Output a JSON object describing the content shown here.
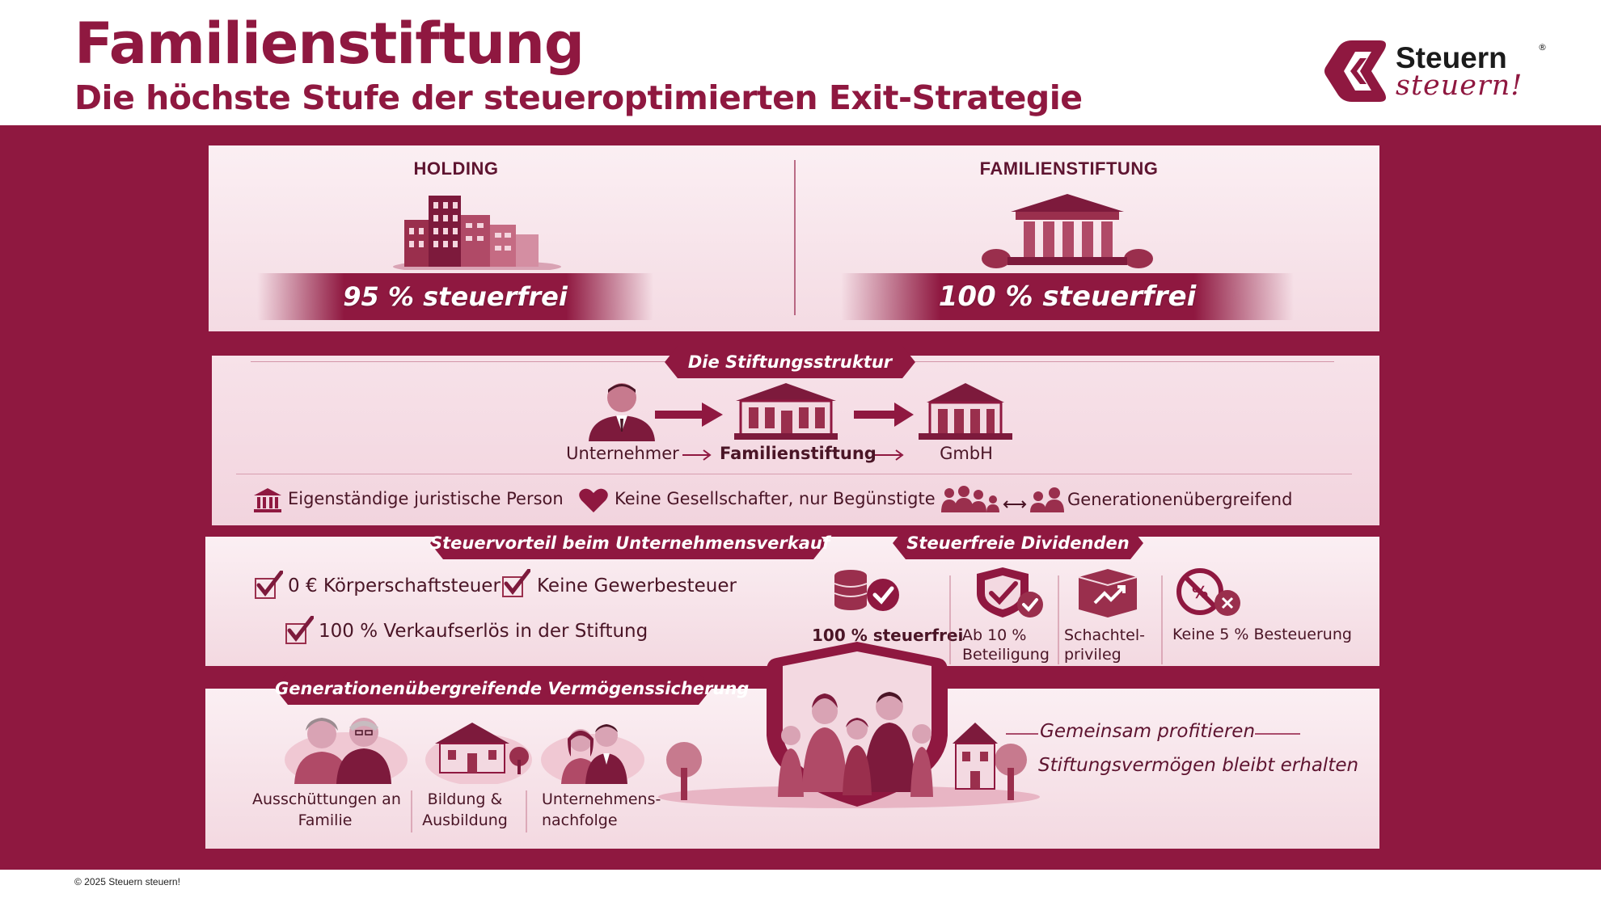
{
  "header": {
    "title": "Familienstiftung",
    "subtitle": "Die höchste Stufe der steueroptimierten Exit-Strategie"
  },
  "logo": {
    "line1": "Steuern",
    "line2": "steuern!",
    "registered": "®"
  },
  "comparison": {
    "left": {
      "heading": "HOLDING",
      "value": "95 % steuerfrei"
    },
    "right": {
      "heading": "FAMILIENSTIFTUNG",
      "value": "100 % steuerfrei"
    }
  },
  "structure": {
    "ribbon": "Die Stiftungsstruktur",
    "flow": [
      "Unternehmer",
      "Familienstiftung",
      "GmbH"
    ],
    "features": [
      "Eigenständige juristische Person",
      "Keine Gesellschafter, nur Begünstigte",
      "Generationenübergreifend"
    ]
  },
  "sale": {
    "ribbon": "Steuervorteil beim Unternehmensverkauf",
    "checks": [
      "0 € Körperschaftsteuer",
      "Keine Gewerbesteuer",
      "100 % Verkaufserlös in der Stiftung"
    ]
  },
  "dividends": {
    "ribbon": "Steuerfreie Dividenden",
    "items": [
      {
        "label": "100 % steuerfrei",
        "icon": "coins-check-icon"
      },
      {
        "label": "Ab 10 %\nBeteiligung",
        "icon": "shield-check-icon"
      },
      {
        "label": "Schachtel-\nprivileg",
        "icon": "box-arrows-icon"
      },
      {
        "label": "Keine 5 % Besteuerung",
        "icon": "no-tax-icon"
      }
    ]
  },
  "generations": {
    "ribbon": "Generationenübergreifende Vermögenssicherung",
    "items": [
      {
        "label": "Ausschüttungen an\nFamilie",
        "icon": "grandparents-icon"
      },
      {
        "label": "Bildung &\nAusbildung",
        "icon": "school-icon"
      },
      {
        "label": "Unternehmens-\nnachfolge",
        "icon": "couple-icon"
      }
    ],
    "slogans": [
      "Gemeinsam profitieren",
      "Stiftungsvermögen bleibt erhalten"
    ]
  },
  "footer": {
    "copyright": "© 2025 Steuern steuern!"
  },
  "colors": {
    "brand": "#8f1840",
    "panel": "#f9e9ee",
    "accent_dark": "#7d1a3c",
    "accent_mid": "#b04a67"
  }
}
